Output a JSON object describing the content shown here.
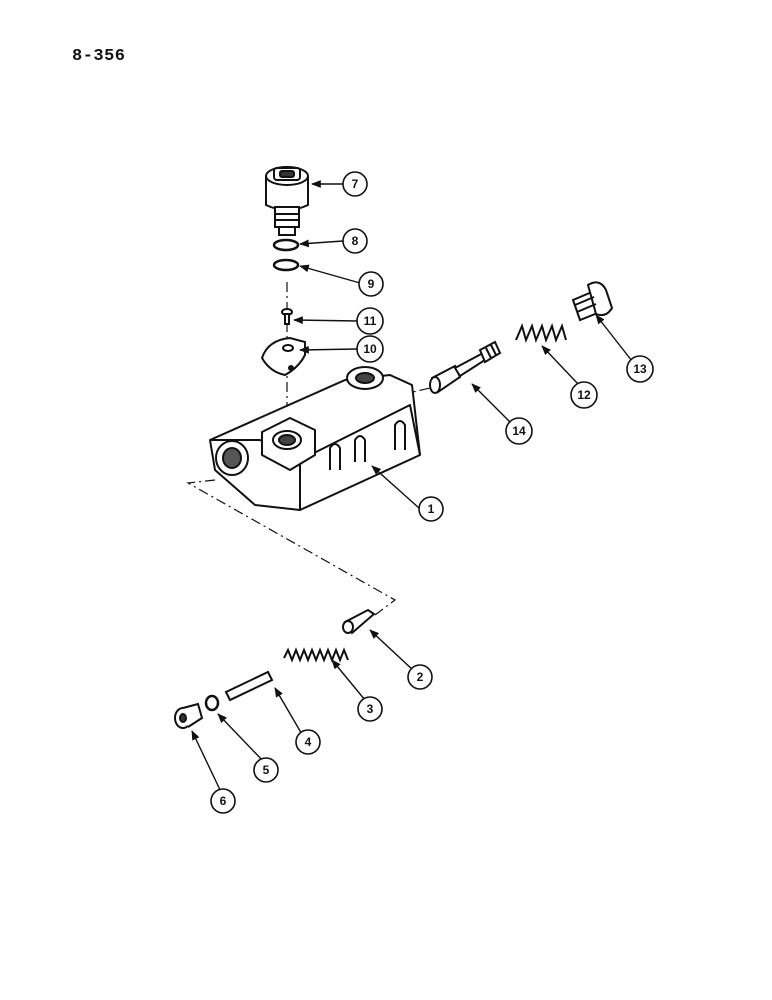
{
  "page": {
    "number": "8-356"
  },
  "callouts": [
    {
      "id": "c1",
      "label": "1"
    },
    {
      "id": "c2",
      "label": "2"
    },
    {
      "id": "c3",
      "label": "3"
    },
    {
      "id": "c4",
      "label": "4"
    },
    {
      "id": "c5",
      "label": "5"
    },
    {
      "id": "c6",
      "label": "6"
    },
    {
      "id": "c7",
      "label": "7"
    },
    {
      "id": "c8",
      "label": "8"
    },
    {
      "id": "c9",
      "label": "9"
    },
    {
      "id": "c10",
      "label": "10"
    },
    {
      "id": "c11",
      "label": "11"
    },
    {
      "id": "c12",
      "label": "12"
    },
    {
      "id": "c13",
      "label": "13"
    },
    {
      "id": "c14",
      "label": "14"
    }
  ]
}
